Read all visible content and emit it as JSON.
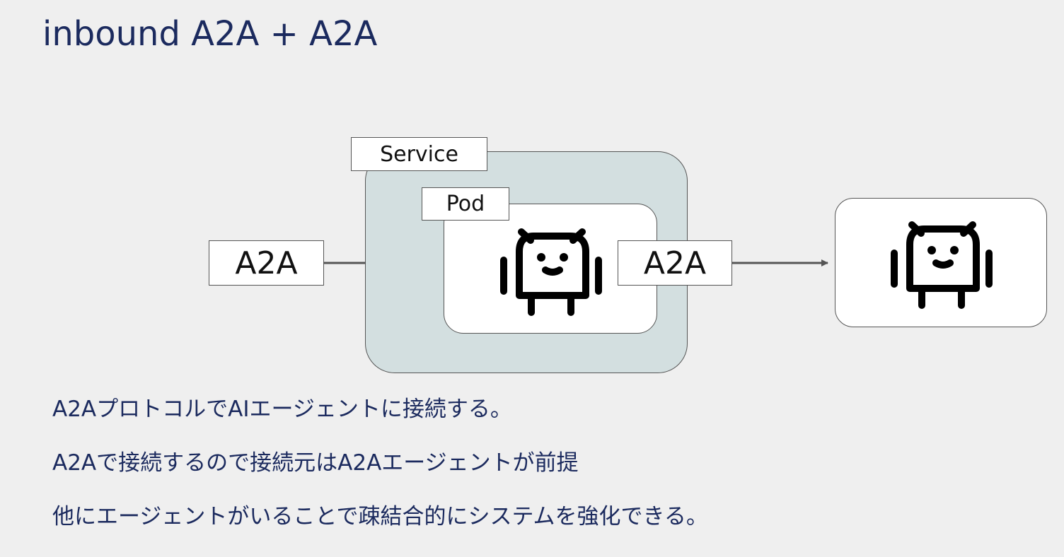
{
  "slide": {
    "title": "inbound A2A + A2A"
  },
  "diagram": {
    "service_label": "Service",
    "pod_label": "Pod",
    "inbound_label": "A2A",
    "outbound_label": "A2A",
    "agent_icon": "robot-icon"
  },
  "bullets": [
    "A2AプロトコルでAIエージェントに接続する。",
    "A2Aで接続するので接続元はA2Aエージェントが前提",
    "他にエージェントがいることで疎結合的にシステムを強化できる。"
  ],
  "colors": {
    "text": "#1b2a5e",
    "service_fill": "#d3dfe0",
    "background": "#efefef"
  }
}
